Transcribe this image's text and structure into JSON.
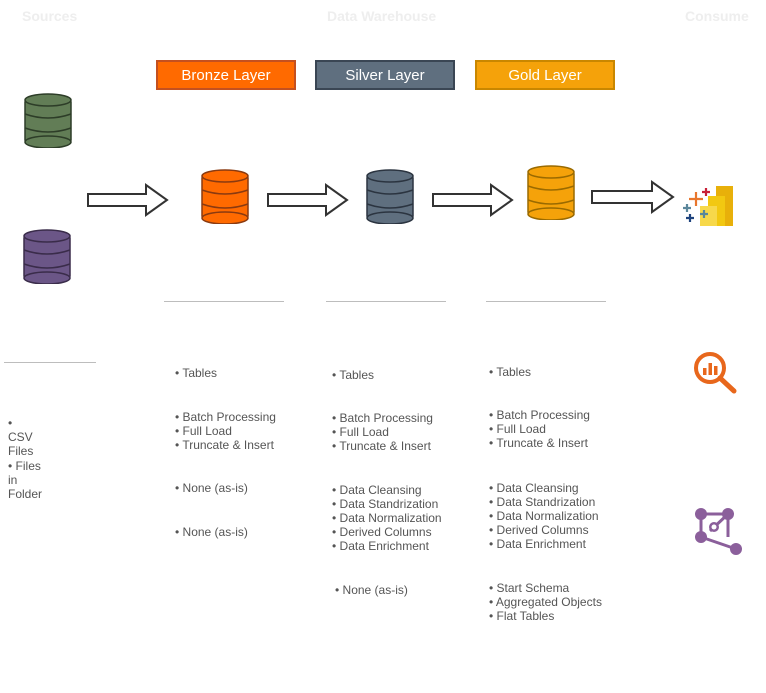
{
  "headers": {
    "sources": "Sources",
    "warehouse": "Data Warehouse",
    "consume": "Consume"
  },
  "layers": {
    "bronze": {
      "title": "Bronze Layer",
      "color": "#ff6a00",
      "border": "#c4501f"
    },
    "silver": {
      "title": "Silver Layer",
      "color": "#5f6f7f",
      "border": "#3a4654"
    },
    "gold": {
      "title": "Gold Layer",
      "color": "#f5a20a",
      "border": "#c98700"
    }
  },
  "colors": {
    "source_top_db": "#627d56",
    "source_bottom_db": "#6b5687",
    "bi_icon": "#e8671c",
    "graph_icon": "#8b5f9b"
  },
  "icons": [
    "database-icon",
    "arrow-right-icon",
    "bi-tools-icon",
    "analytics-search-icon",
    "graph-network-icon"
  ],
  "sources": {
    "items": [
      "• CSV Files",
      "• Files in Folder"
    ]
  },
  "bronze_details": {
    "g1": [
      "• Tables"
    ],
    "g2": [
      "• Batch Processing",
      "• Full Load",
      "• Truncate & Insert"
    ],
    "g3": [
      "• None (as-is)"
    ],
    "g4": [
      "• None (as-is)"
    ]
  },
  "silver_details": {
    "g1": [
      "• Tables"
    ],
    "g2": [
      "• Batch Processing",
      "• Full Load",
      "• Truncate & Insert"
    ],
    "g3": [
      "• Data Cleansing",
      "• Data Standrization",
      "• Data Normalization",
      "• Derived Columns",
      "• Data Enrichment"
    ],
    "g4": [
      "• None (as-is)"
    ]
  },
  "gold_details": {
    "g1": [
      "• Tables"
    ],
    "g2": [
      "• Batch Processing",
      "• Full Load",
      "• Truncate & Insert"
    ],
    "g3": [
      "• Data Cleansing",
      "• Data Standrization",
      "• Data Normalization",
      "• Derived Columns",
      "• Data Enrichment"
    ],
    "g4": [
      "• Start Schema",
      "• Aggregated Objects",
      "• Flat Tables"
    ]
  }
}
